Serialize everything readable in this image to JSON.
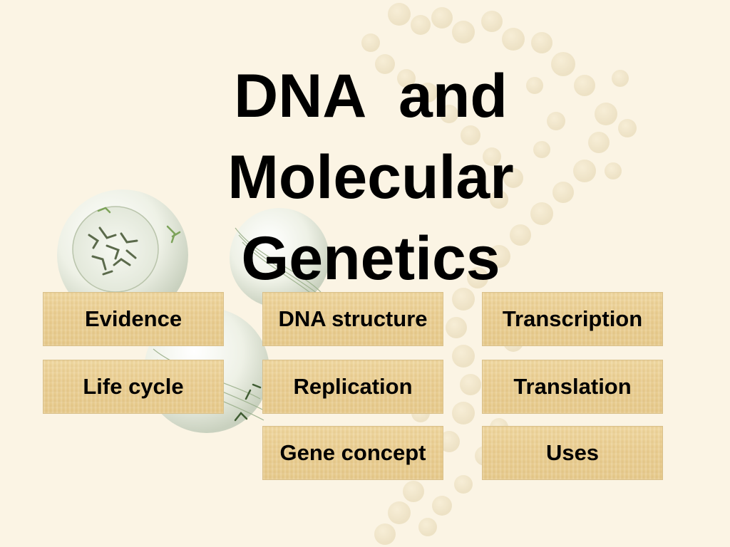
{
  "slide": {
    "title_lines": [
      "DNA  and",
      "Molecular",
      "Genetics"
    ]
  },
  "topics": [
    {
      "label": "Evidence"
    },
    {
      "label": "DNA structure"
    },
    {
      "label": "Transcription"
    },
    {
      "label": "Life cycle"
    },
    {
      "label": "Replication"
    },
    {
      "label": "Translation"
    },
    {
      "label": "Gene concept"
    },
    {
      "label": "Uses"
    }
  ],
  "colors": {
    "background": "#fbf4e4",
    "button_fill": "#ebcf93",
    "text": "#000000"
  },
  "icons": {
    "background_art": [
      "dna-helix-watermark-icon",
      "cell-nucleus-chromosomes-icon",
      "dividing-cell-spindle-icon"
    ]
  }
}
